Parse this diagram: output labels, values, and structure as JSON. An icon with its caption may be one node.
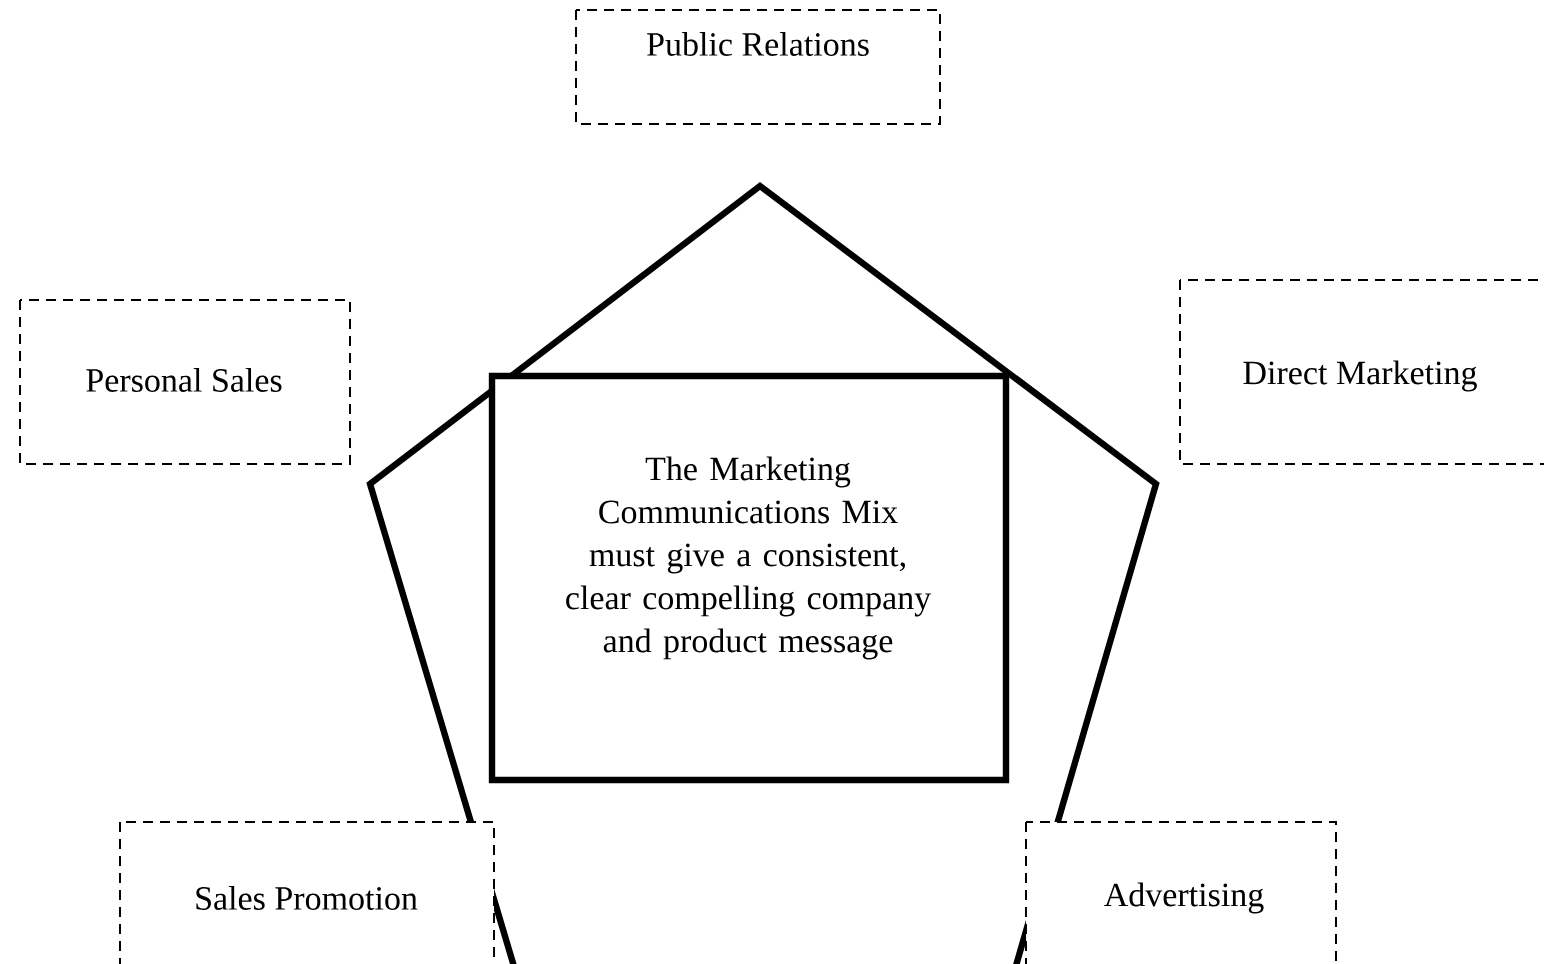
{
  "diagram": {
    "nodes": [
      {
        "text": [
          "Public Relations"
        ]
      },
      {
        "text": [
          "Personal Sales"
        ]
      },
      {
        "text": [
          "Direct Marketing"
        ]
      },
      {
        "text": [
          "The Marketing Communications Mix must give a consistent, clear compelling company and product message"
        ]
      },
      {
        "text": [
          "Sales Promotion"
        ]
      },
      {
        "text": [
          "Advertising"
        ]
      }
    ]
  }
}
